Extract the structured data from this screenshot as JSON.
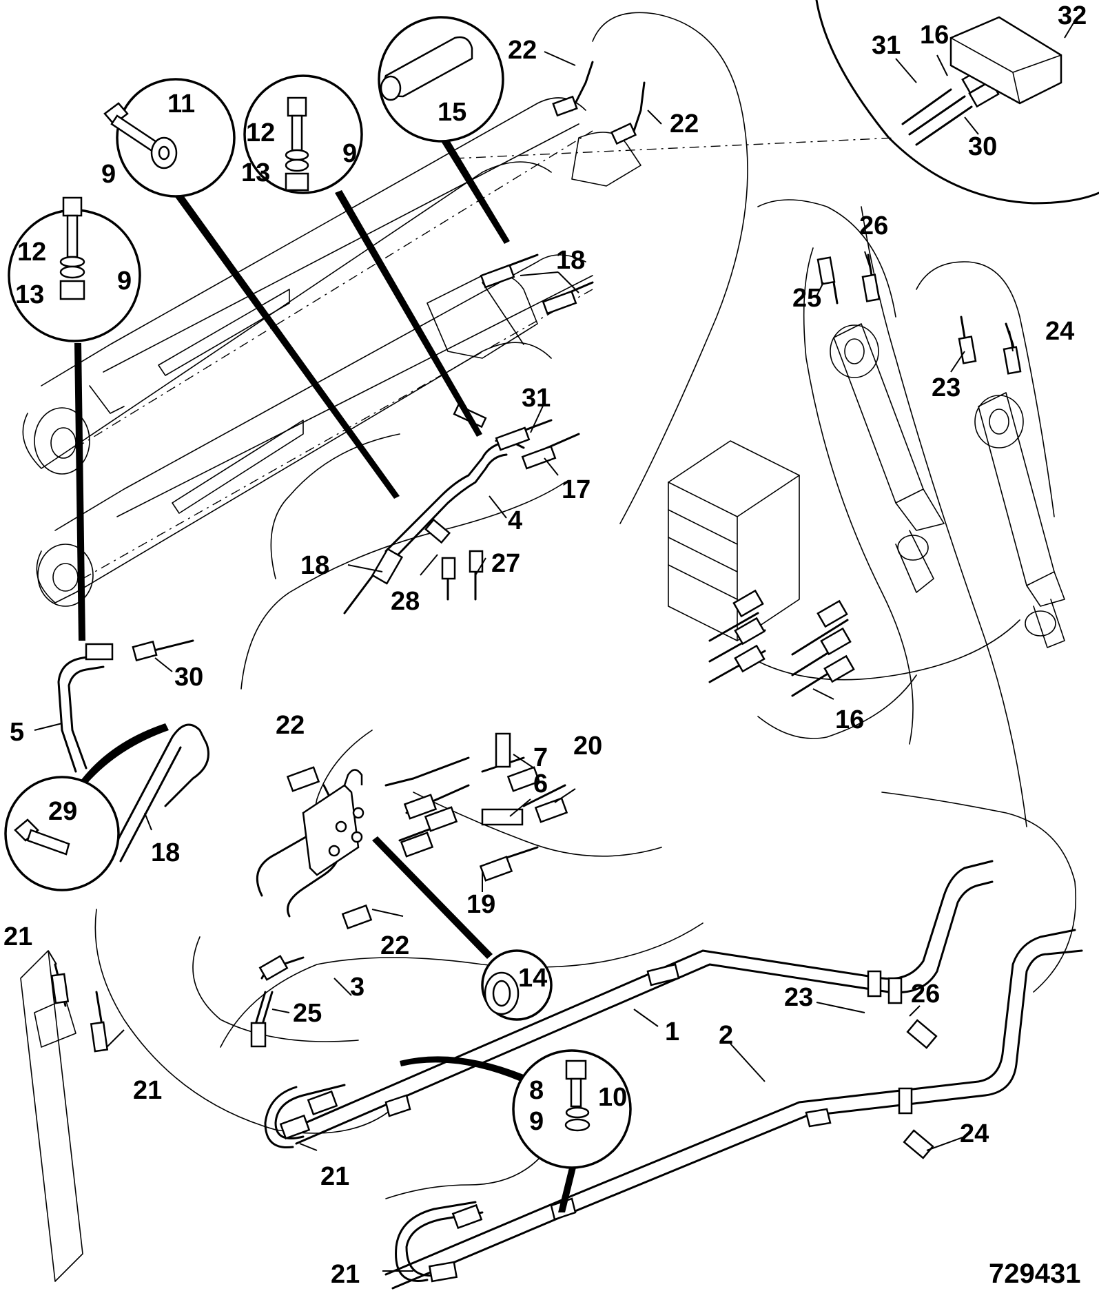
{
  "figure_number": "729431",
  "part_labels": [
    "1",
    "2",
    "3",
    "4",
    "5",
    "6",
    "7",
    "8",
    "9",
    "10",
    "11",
    "12",
    "13",
    "14",
    "15",
    "16",
    "17",
    "18",
    "19",
    "20",
    "21",
    "22",
    "23",
    "24",
    "25",
    "26",
    "27",
    "28",
    "29",
    "30",
    "31",
    "32"
  ],
  "callouts": [
    {
      "id": "bolt-washer",
      "labels": [
        "11",
        "9"
      ]
    },
    {
      "id": "bolt-washers-nut-top",
      "labels": [
        "12",
        "9",
        "13"
      ]
    },
    {
      "id": "hose-sleeve",
      "labels": [
        "15"
      ]
    },
    {
      "id": "bolt-washers-nut-left",
      "labels": [
        "12",
        "9",
        "13"
      ]
    },
    {
      "id": "bolt-29",
      "labels": [
        "29"
      ]
    },
    {
      "id": "grommet-14",
      "labels": [
        "14"
      ]
    },
    {
      "id": "bolt-washers-8",
      "labels": [
        "8",
        "9",
        "10"
      ]
    }
  ],
  "labels": {
    "c1_11": "11",
    "c1_9": "9",
    "c2_12": "12",
    "c2_9": "9",
    "c2_13": "13",
    "c3_15": "15",
    "c4_12": "12",
    "c4_9": "9",
    "c4_13": "13",
    "c5_29": "29",
    "c6_14": "14",
    "c7_8": "8",
    "c7_9": "9",
    "c7_10": "10",
    "l22a": "22",
    "l22b": "22",
    "l22c": "22",
    "l22d": "22",
    "l32": "32",
    "l31a": "31",
    "l16a": "16",
    "l30a": "30",
    "l18a": "18",
    "l18b": "18",
    "l18c": "18",
    "l31b": "31",
    "l17": "17",
    "l4": "4",
    "l27": "27",
    "l28": "28",
    "l25a": "25",
    "l26a": "26",
    "l23a": "23",
    "l24a": "24",
    "l30b": "30",
    "l5": "5",
    "l16b": "16",
    "l7": "7",
    "l20": "20",
    "l6": "6",
    "l19": "19",
    "l3": "3",
    "l25b": "25",
    "l21a": "21",
    "l21b": "21",
    "l21c": "21",
    "l21d": "21",
    "l23b": "23",
    "l26b": "26",
    "l1": "1",
    "l2": "2",
    "l24b": "24"
  }
}
